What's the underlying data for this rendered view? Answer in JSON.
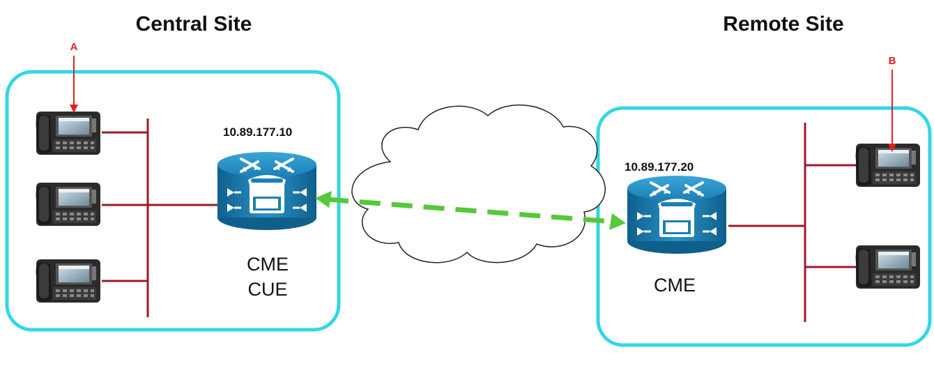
{
  "central_site": {
    "title": "Central Site",
    "router_ip": "10.89.177.10",
    "router_label_line1": "CME",
    "router_label_line2": "CUE",
    "marker": "A"
  },
  "remote_site": {
    "title": "Remote Site",
    "router_ip": "10.89.177.20",
    "router_label_line1": "CME",
    "marker": "B"
  },
  "colors": {
    "site_border": "#33d6e6",
    "link_line": "#9b1b2a",
    "wan_arrow": "#55c93a",
    "marker": "#e02020",
    "router_body": "#1a7fb0"
  }
}
